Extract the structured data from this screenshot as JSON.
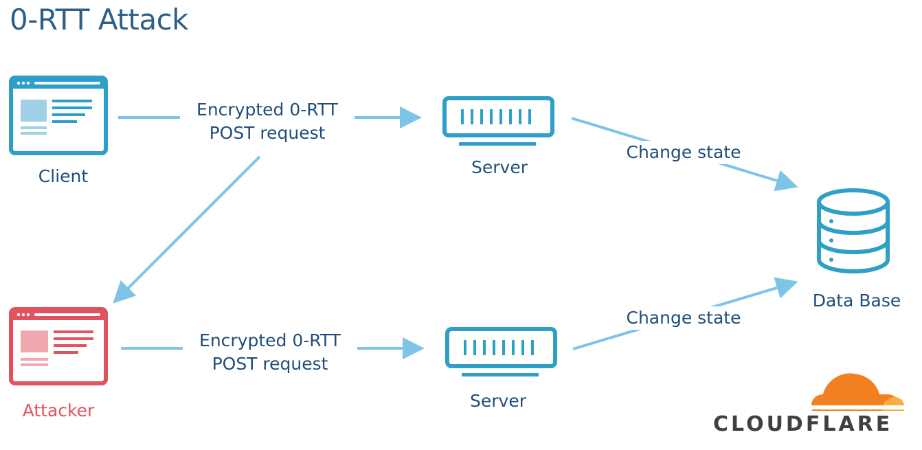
{
  "title": "0-RTT Attack",
  "nodes": {
    "client": "Client",
    "attacker": "Attacker",
    "server_top": "Server",
    "server_bottom": "Server",
    "database": "Data Base"
  },
  "edges": {
    "client_request": {
      "line1": "Encrypted 0-RTT",
      "line2": "POST request"
    },
    "attacker_request": {
      "line1": "Encrypted 0-RTT",
      "line2": "POST request"
    },
    "top_change": "Change state",
    "bottom_change": "Change state"
  },
  "logo": {
    "brand": "CLOUDFLARE"
  },
  "colors": {
    "primary": "#2e9fc6",
    "arrow": "#7ec4e6",
    "attacker": "#e0535e",
    "text": "#1f4e79",
    "logo_orange": "#f38020",
    "logo_light": "#faad3f"
  }
}
